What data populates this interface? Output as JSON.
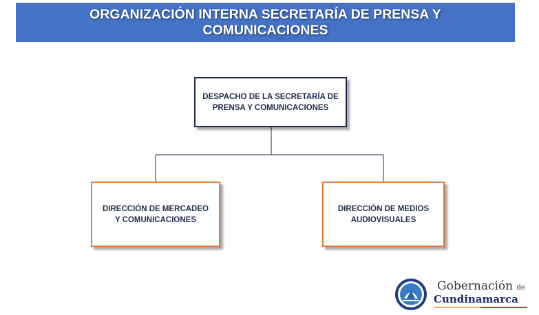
{
  "header": {
    "title": "ORGANIZACIÓN INTERNA SECRETARÍA DE PRENSA Y COMUNICACIONES"
  },
  "org_chart": {
    "root": {
      "label": "DESPACHO DE LA SECRETARÍA DE PRENSA Y COMUNICACIONES"
    },
    "children": [
      {
        "label": "DIRECCIÓN DE MERCADEO Y COMUNICACIONES"
      },
      {
        "label": "DIRECCIÓN DE MEDIOS AUDIOVISUALES"
      }
    ]
  },
  "logo": {
    "line1": "Gobernación",
    "line1_suffix": "de",
    "line2": "Cundinamarca"
  },
  "colors": {
    "title_bar": "#4472c4",
    "root_border": "#1f2a4e",
    "child_border": "#e07b39",
    "connector": "#1f2a4e"
  }
}
